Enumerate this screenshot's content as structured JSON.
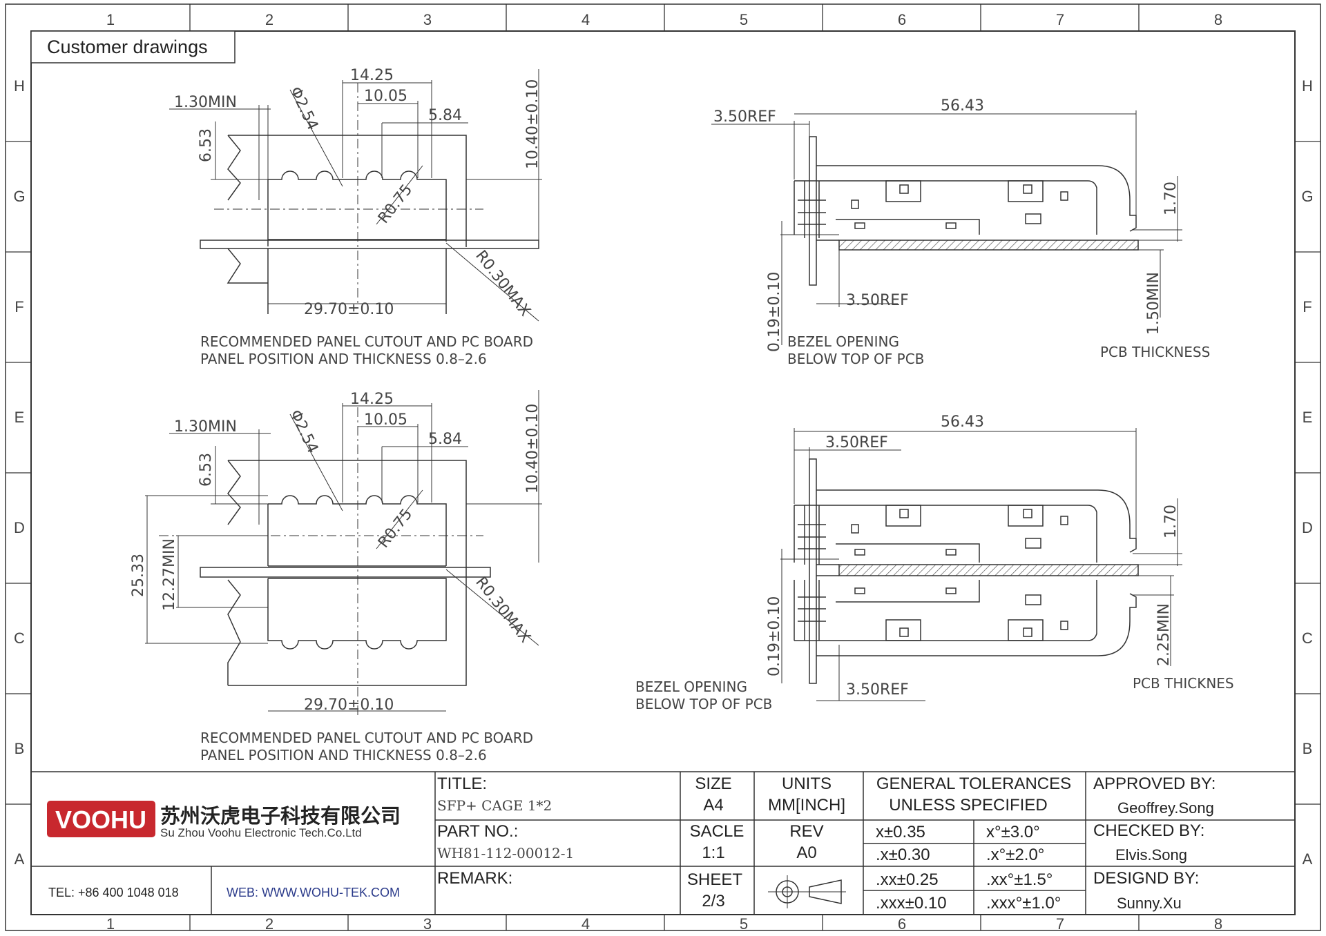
{
  "border": {
    "columns": [
      "1",
      "2",
      "3",
      "4",
      "5",
      "6",
      "7",
      "8"
    ],
    "rows": [
      "H",
      "G",
      "F",
      "E",
      "D",
      "C",
      "B",
      "A"
    ]
  },
  "header_label": "Customer drawings",
  "views": {
    "top_left": {
      "dim_14_25": "14.25",
      "dim_10_05": "10.05",
      "dim_5_84": "5.84",
      "dim_1_30min": "1.30MIN",
      "dim_phi_2_54": "Φ2.54",
      "dim_6_53": "6.53",
      "dim_10_40": "10.40±0.10",
      "dim_r0_75": "R0.75",
      "dim_r0_30max": "R0.30MAX",
      "dim_29_70": "29.70±0.10",
      "note_line1": "RECOMMENDED PANEL CUTOUT AND PC BOARD",
      "note_line2": "PANEL POSITION AND THICKNESS 0.8–2.6"
    },
    "top_right": {
      "dim_3_50ref_top": "3.50REF",
      "dim_56_43": "56.43",
      "dim_1_70": "1.70",
      "dim_0_19": "0.19±0.10",
      "dim_3_50ref_bottom": "3.50REF",
      "dim_1_50min": "1.50MIN",
      "bezel_line1": "BEZEL OPENING",
      "bezel_line2": "BELOW TOP OF PCB",
      "pcb_label": "PCB THICKNESS"
    },
    "bottom_left": {
      "dim_14_25": "14.25",
      "dim_10_05": "10.05",
      "dim_5_84": "5.84",
      "dim_1_30min": "1.30MIN",
      "dim_phi_2_54": "Φ2.54",
      "dim_6_53": "6.53",
      "dim_10_40": "10.40±0.10",
      "dim_r0_75": "R0.75",
      "dim_r0_30max": "R0.30MAX",
      "dim_25_33": "25.33",
      "dim_12_27min": "12.27MIN",
      "dim_29_70": "29.70±0.10",
      "note_line1": "RECOMMENDED PANEL CUTOUT AND PC BOARD",
      "note_line2": "PANEL POSITION AND THICKNESS 0.8–2.6"
    },
    "bottom_right": {
      "dim_56_43": "56.43",
      "dim_3_50ref_top": "3.50REF",
      "dim_1_70": "1.70",
      "dim_0_19": "0.19±0.10",
      "dim_2_25min": "2.25MIN",
      "dim_3_50ref_bottom": "3.50REF",
      "bezel_line1": "BEZEL OPENING",
      "bezel_line2": "BELOW TOP OF PCB",
      "pcb_label": "PCB THICKNES"
    }
  },
  "title_block": {
    "logo_text": "VOOHU",
    "company_cn": "苏州沃虎电子科技有限公司",
    "company_en": "Su Zhou Voohu Electronic Tech.Co.Ltd",
    "tel": "TEL: +86 400 1048 018",
    "web": "WEB: WWW.WOHU-TEK.COM",
    "title_label": "TITLE:",
    "title_value": "SFP+ CAGE 1*2",
    "part_label": "PART NO.:",
    "part_value": "WH81-112-00012-1",
    "remark_label": "REMARK:",
    "size_label": "SIZE",
    "size_value": "A4",
    "units_label": "UNITS",
    "units_value": "MM[INCH]",
    "scale_label": "SACLE",
    "scale_value": "1:1",
    "rev_label": "REV",
    "rev_value": "A0",
    "sheet_label": "SHEET",
    "sheet_value": "2/3",
    "tol_header1": "GENERAL TOLERANCES",
    "tol_header2": "UNLESS SPECIFIED",
    "tolerances": [
      [
        "x±0.35",
        "x°±3.0°"
      ],
      [
        ".x±0.30",
        ".x°±2.0°"
      ],
      [
        ".xx±0.25",
        ".xx°±1.5°"
      ],
      [
        ".xxx±0.10",
        ".xxx°±1.0°"
      ]
    ],
    "approved_label": "APPROVED BY:",
    "approved_value": "Geoffrey.Song",
    "checked_label": "CHECKED BY:",
    "checked_value": "Elvis.Song",
    "designed_label": "DESIGND BY:",
    "designed_value": "Sunny.Xu"
  },
  "colors": {
    "logo_red": "#c8282e",
    "line": "#333333",
    "text": "#444444"
  }
}
